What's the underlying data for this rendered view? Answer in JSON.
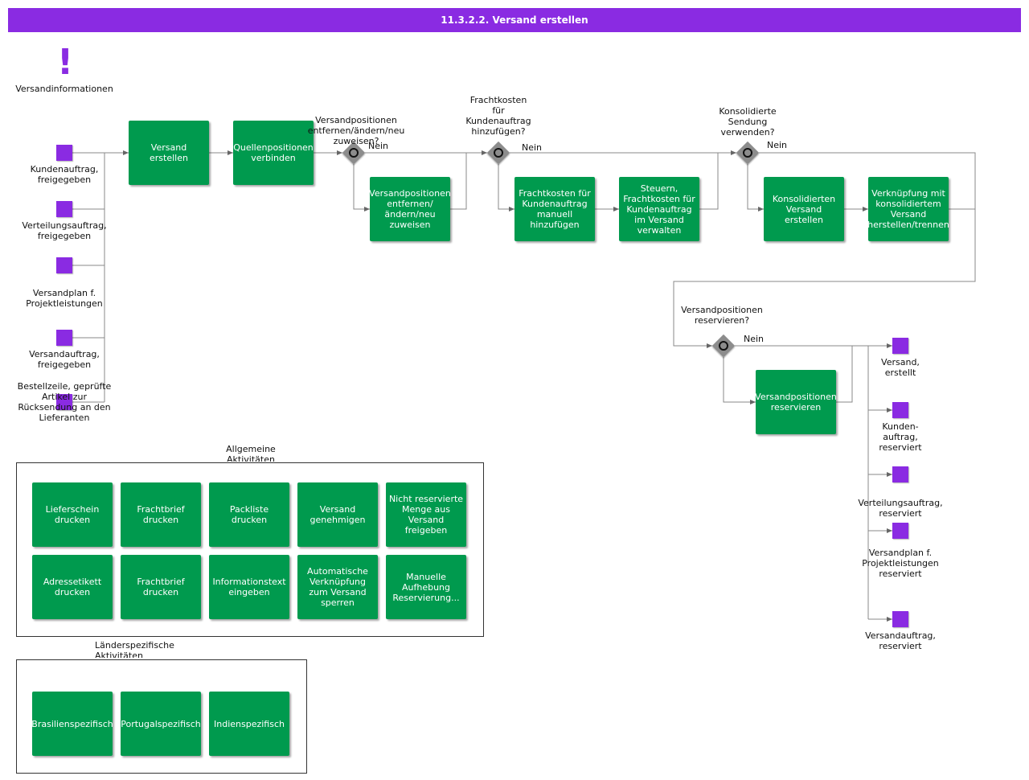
{
  "title": "11.3.2.2. Versand erstellen",
  "info": {
    "label": "Versandinformationen",
    "icon": "exclamation-icon"
  },
  "inputs": [
    "Kundenauftrag,\nfreigegeben",
    "Verteilungsauftrag,\nfreigegeben",
    "Versandplan f.\nProjektleistungen",
    "Versandauftrag,\nfreigegeben",
    "Bestellzeile, geprüfte\nArtikel zur\nRücksendung an den\nLieferanten"
  ],
  "activities": {
    "versand_erstellen": "Versand\nerstellen",
    "quellenpositionen": "Quellenpositionen\nverbinden",
    "versandpositionen_aendern": "Versandpositionen\nentfernen/ändern/neu\nzuweisen",
    "frachtkosten_manuell": "Frachtkosten für\nKundenauftrag\nmanuell\nhinzufügen",
    "steuern_frachtkosten": "Steuern,\nFrachtkosten für\nKundenauftrag\nim Versand\nverwalten",
    "konsolidierten_versand": "Konsolidierten\nVersand\nerstellen",
    "verknuepfung": "Verknüpfung mit\nkonsolidiertem\nVersand\nherstellen/trennen",
    "versandpositionen_reservieren": "Versandpositionen\nreservieren"
  },
  "gateways": {
    "g1": "Versandpositionen\nentfernen/ändern/neu\nzuweisen?",
    "g2": "Frachtkosten\nfür\nKundenauftrag\nhinzufügen?",
    "g3": "Konsolidierte\nSendung\nverwenden?",
    "g4": "Versandpositionen\nreservieren?",
    "no_label": "Nein"
  },
  "outputs": [
    "Versand,\nerstellt",
    "Kunden-\nauftrag,\nreserviert",
    "Verteilungsauftrag,\nreserviert",
    "Versandplan f.\nProjektleistungen\nreserviert",
    "Versandauftrag,\nreserviert"
  ],
  "general": {
    "title": "Allgemeine\nAktivitäten",
    "items": [
      "Lieferschein\ndrucken",
      "Frachtbrief\ndrucken",
      "Packliste\ndrucken",
      "Versand\ngenehmigen",
      "Nicht reservierte\nMenge aus\nVersand\nfreigeben",
      "Adressetikett\ndrucken",
      "Frachtbrief\ndrucken",
      "Informationstext\neingeben",
      "Automatische\nVerknüpfung\nzum Versand\nsperren",
      "Manuelle\nAufhebung\nReservierung..."
    ]
  },
  "country": {
    "title": "Länderspezifische\nAktivitäten",
    "items": [
      "Brasilienspezifisch",
      "Portugalspezifisch",
      "Indienspezifisch"
    ]
  },
  "colors": {
    "accent": "#8a2be2",
    "activity": "#009a4e",
    "gateway": "#8c8c8c"
  }
}
